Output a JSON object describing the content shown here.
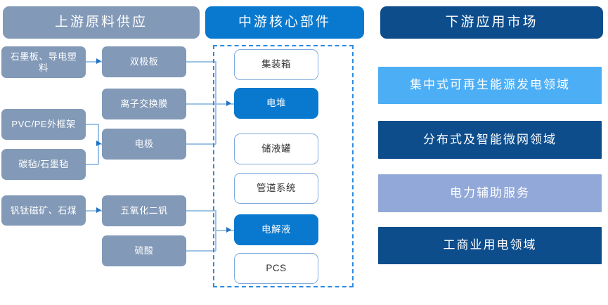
{
  "diagram": {
    "title_bar": {
      "upstream": "上游原料供应",
      "midstream": "中游核心部件",
      "downstream": "下游应用市场"
    },
    "upstream": {
      "raw_materials": [
        {
          "label": "石墨板、导电塑料"
        },
        {
          "label": "PVC/PE外框架"
        },
        {
          "label": "碳毡/石墨毡"
        },
        {
          "label": "钒钛磁矿、石煤"
        }
      ],
      "components": [
        {
          "label": "双极板"
        },
        {
          "label": "离子交换膜"
        },
        {
          "label": "电极"
        },
        {
          "label": "五氧化二钒"
        },
        {
          "label": "硫酸"
        }
      ]
    },
    "midstream": {
      "parts": [
        {
          "label": "集装箱",
          "highlight": false
        },
        {
          "label": "电堆",
          "highlight": true
        },
        {
          "label": "储液罐",
          "highlight": false
        },
        {
          "label": "管道系统",
          "highlight": false
        },
        {
          "label": "电解液",
          "highlight": true
        },
        {
          "label": "PCS",
          "highlight": false
        }
      ]
    },
    "downstream": {
      "markets": [
        {
          "label": "集中式可再生能源发电领域",
          "color": "#4CAEF5"
        },
        {
          "label": "分布式及智能微网领域",
          "color": "#0D4D8C"
        },
        {
          "label": "电力辅助服务",
          "color": "#92A8D8"
        },
        {
          "label": "工商业用电领域",
          "color": "#0D4D8C"
        }
      ]
    },
    "colors": {
      "gray_blue": "#8299B7",
      "mid_blue": "#0879CF",
      "dark_blue": "#0D4D8C",
      "light_blue": "#4CAEF5",
      "periwinkle": "#92A8D8",
      "connector": "#9DC3E6",
      "dashed_border": "#2E8BE0"
    }
  }
}
